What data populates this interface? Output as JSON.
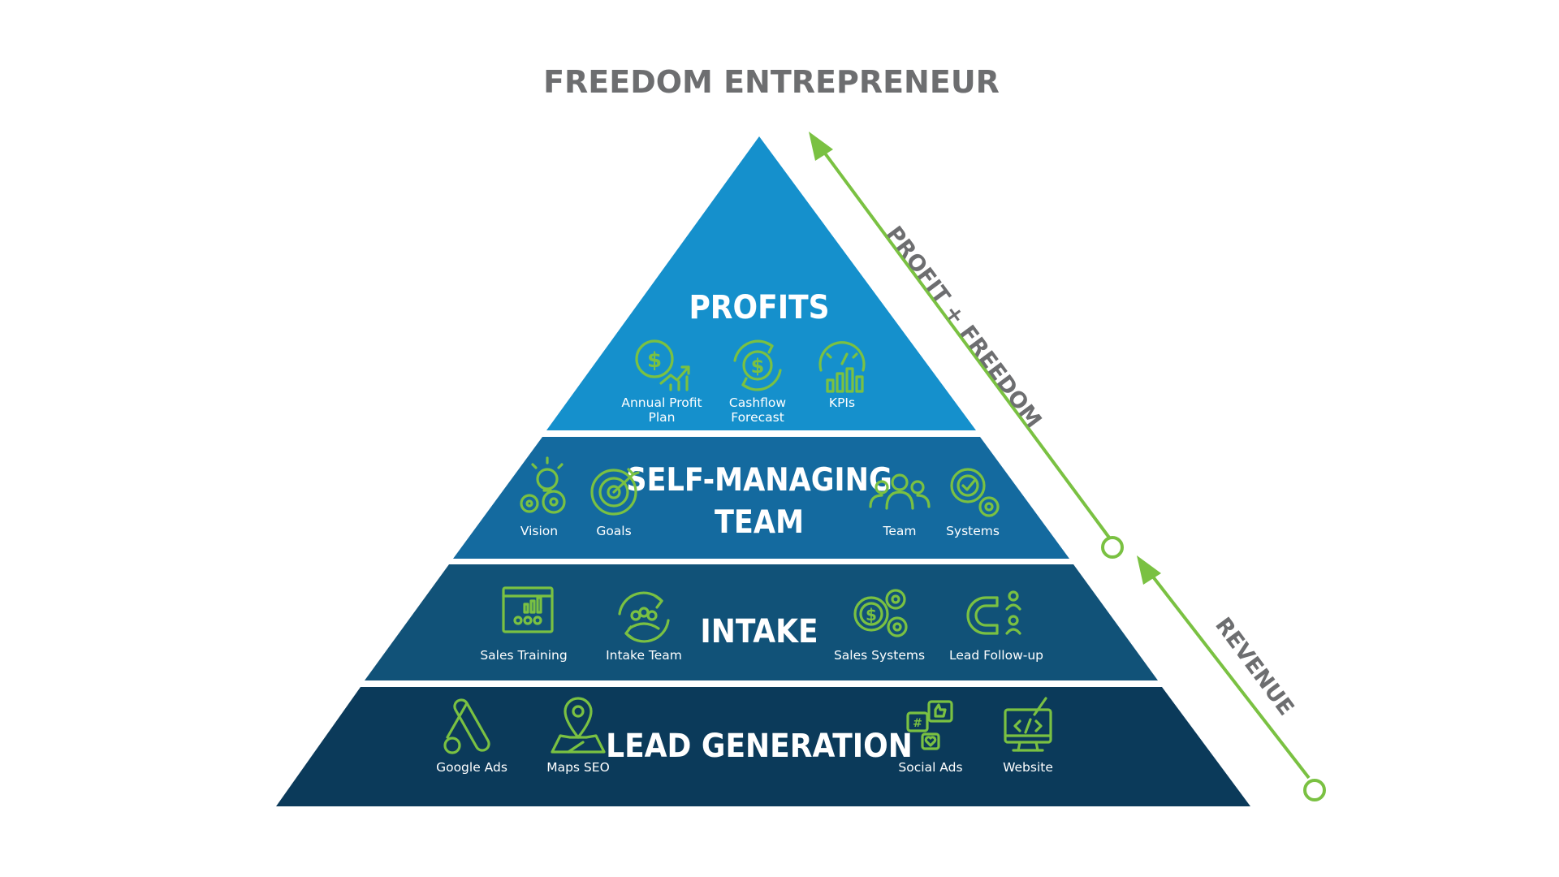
{
  "title": "FREEDOM ENTREPRENEUR",
  "colors": {
    "tier_profits": "#1590cc",
    "tier_team": "#146a9f",
    "tier_intake": "#115278",
    "tier_lead": "#0b3a5a",
    "icon_green": "#7ac142",
    "title_gray": "#6d6e70"
  },
  "tiers": {
    "profits": {
      "title": "PROFITS",
      "items": [
        {
          "label_lines": [
            "Annual Profit",
            "Plan"
          ],
          "icon": "dollar-growth-icon"
        },
        {
          "label_lines": [
            "Cashflow",
            "Forecast"
          ],
          "icon": "cashflow-cycle-icon"
        },
        {
          "label_lines": [
            "KPIs"
          ],
          "icon": "kpi-gauge-icon"
        }
      ]
    },
    "team": {
      "title_lines": [
        "SELF-MANAGING",
        "TEAM"
      ],
      "items": [
        {
          "label": "Vision",
          "icon": "vision-lightbulb-icon"
        },
        {
          "label": "Goals",
          "icon": "target-icon"
        },
        {
          "label": "Team",
          "icon": "team-people-icon"
        },
        {
          "label": "Systems",
          "icon": "gears-check-icon"
        }
      ]
    },
    "intake": {
      "title": "INTAKE",
      "items": [
        {
          "label": "Sales Training",
          "icon": "presentation-board-icon"
        },
        {
          "label": "Intake Team",
          "icon": "team-cycle-icon"
        },
        {
          "label": "Sales Systems",
          "icon": "dollar-gears-icon"
        },
        {
          "label": "Lead Follow-up",
          "icon": "magnet-people-icon"
        }
      ]
    },
    "lead": {
      "title": "LEAD GENERATION",
      "items": [
        {
          "label": "Google Ads",
          "icon": "google-ads-icon"
        },
        {
          "label": "Maps SEO",
          "icon": "map-pin-icon"
        },
        {
          "label": "Social Ads",
          "icon": "social-media-icon"
        },
        {
          "label": "Website",
          "icon": "website-monitor-icon"
        }
      ]
    }
  },
  "arrows": {
    "upper_label": "PROFIT + FREEDOM",
    "lower_label": "REVENUE"
  }
}
